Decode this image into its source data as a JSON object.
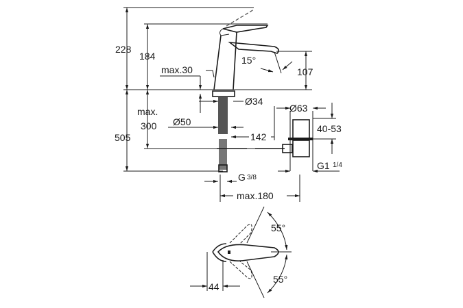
{
  "dimensions": {
    "total_height": "228",
    "spout_height": "184",
    "max_30": "max.30",
    "spout_angle": "15°",
    "spout_clearance": "107",
    "hole_diameter": "Ø34",
    "max_label": "max.",
    "max_300": "300",
    "hose_diameter": "Ø50",
    "overall_depth": "505",
    "drain_offset": "142",
    "drain_diameter": "Ø63",
    "drain_range": "40-53",
    "drain_thread_main": "G1",
    "drain_thread_frac": "1/4",
    "inlet_thread_main": "G",
    "inlet_thread_frac": "3/8",
    "max_180": "max.180",
    "lever_angle_top": "55°",
    "lever_angle_bottom": "55°",
    "lever_offset": "44"
  }
}
